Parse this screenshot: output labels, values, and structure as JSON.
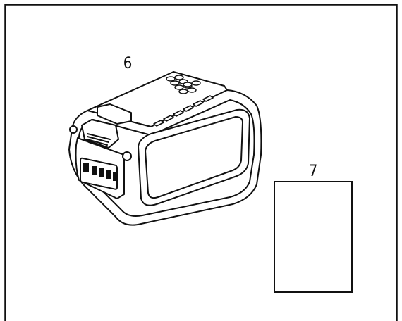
{
  "figure": {
    "parts": [
      {
        "callout": "6",
        "item": "battery-pack"
      },
      {
        "callout": "7",
        "item": "manual-sheet"
      }
    ]
  }
}
